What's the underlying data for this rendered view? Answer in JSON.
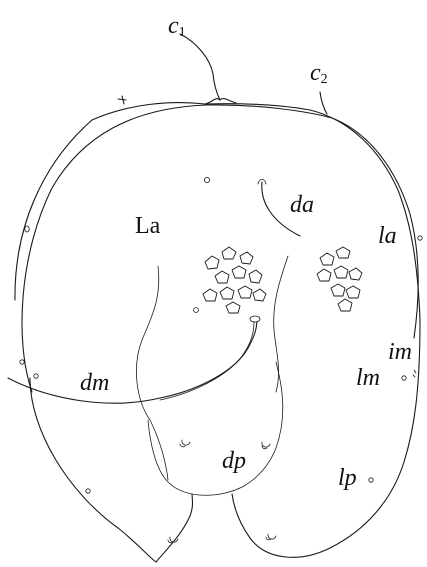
{
  "labels": {
    "c1": "c",
    "c1_sub": "1",
    "c2": "c",
    "c2_sub": "2",
    "La": "La",
    "da": "da",
    "la": "la",
    "im": "im",
    "lm": "lm",
    "dm": "dm",
    "dp": "dp",
    "lp": "lp"
  }
}
